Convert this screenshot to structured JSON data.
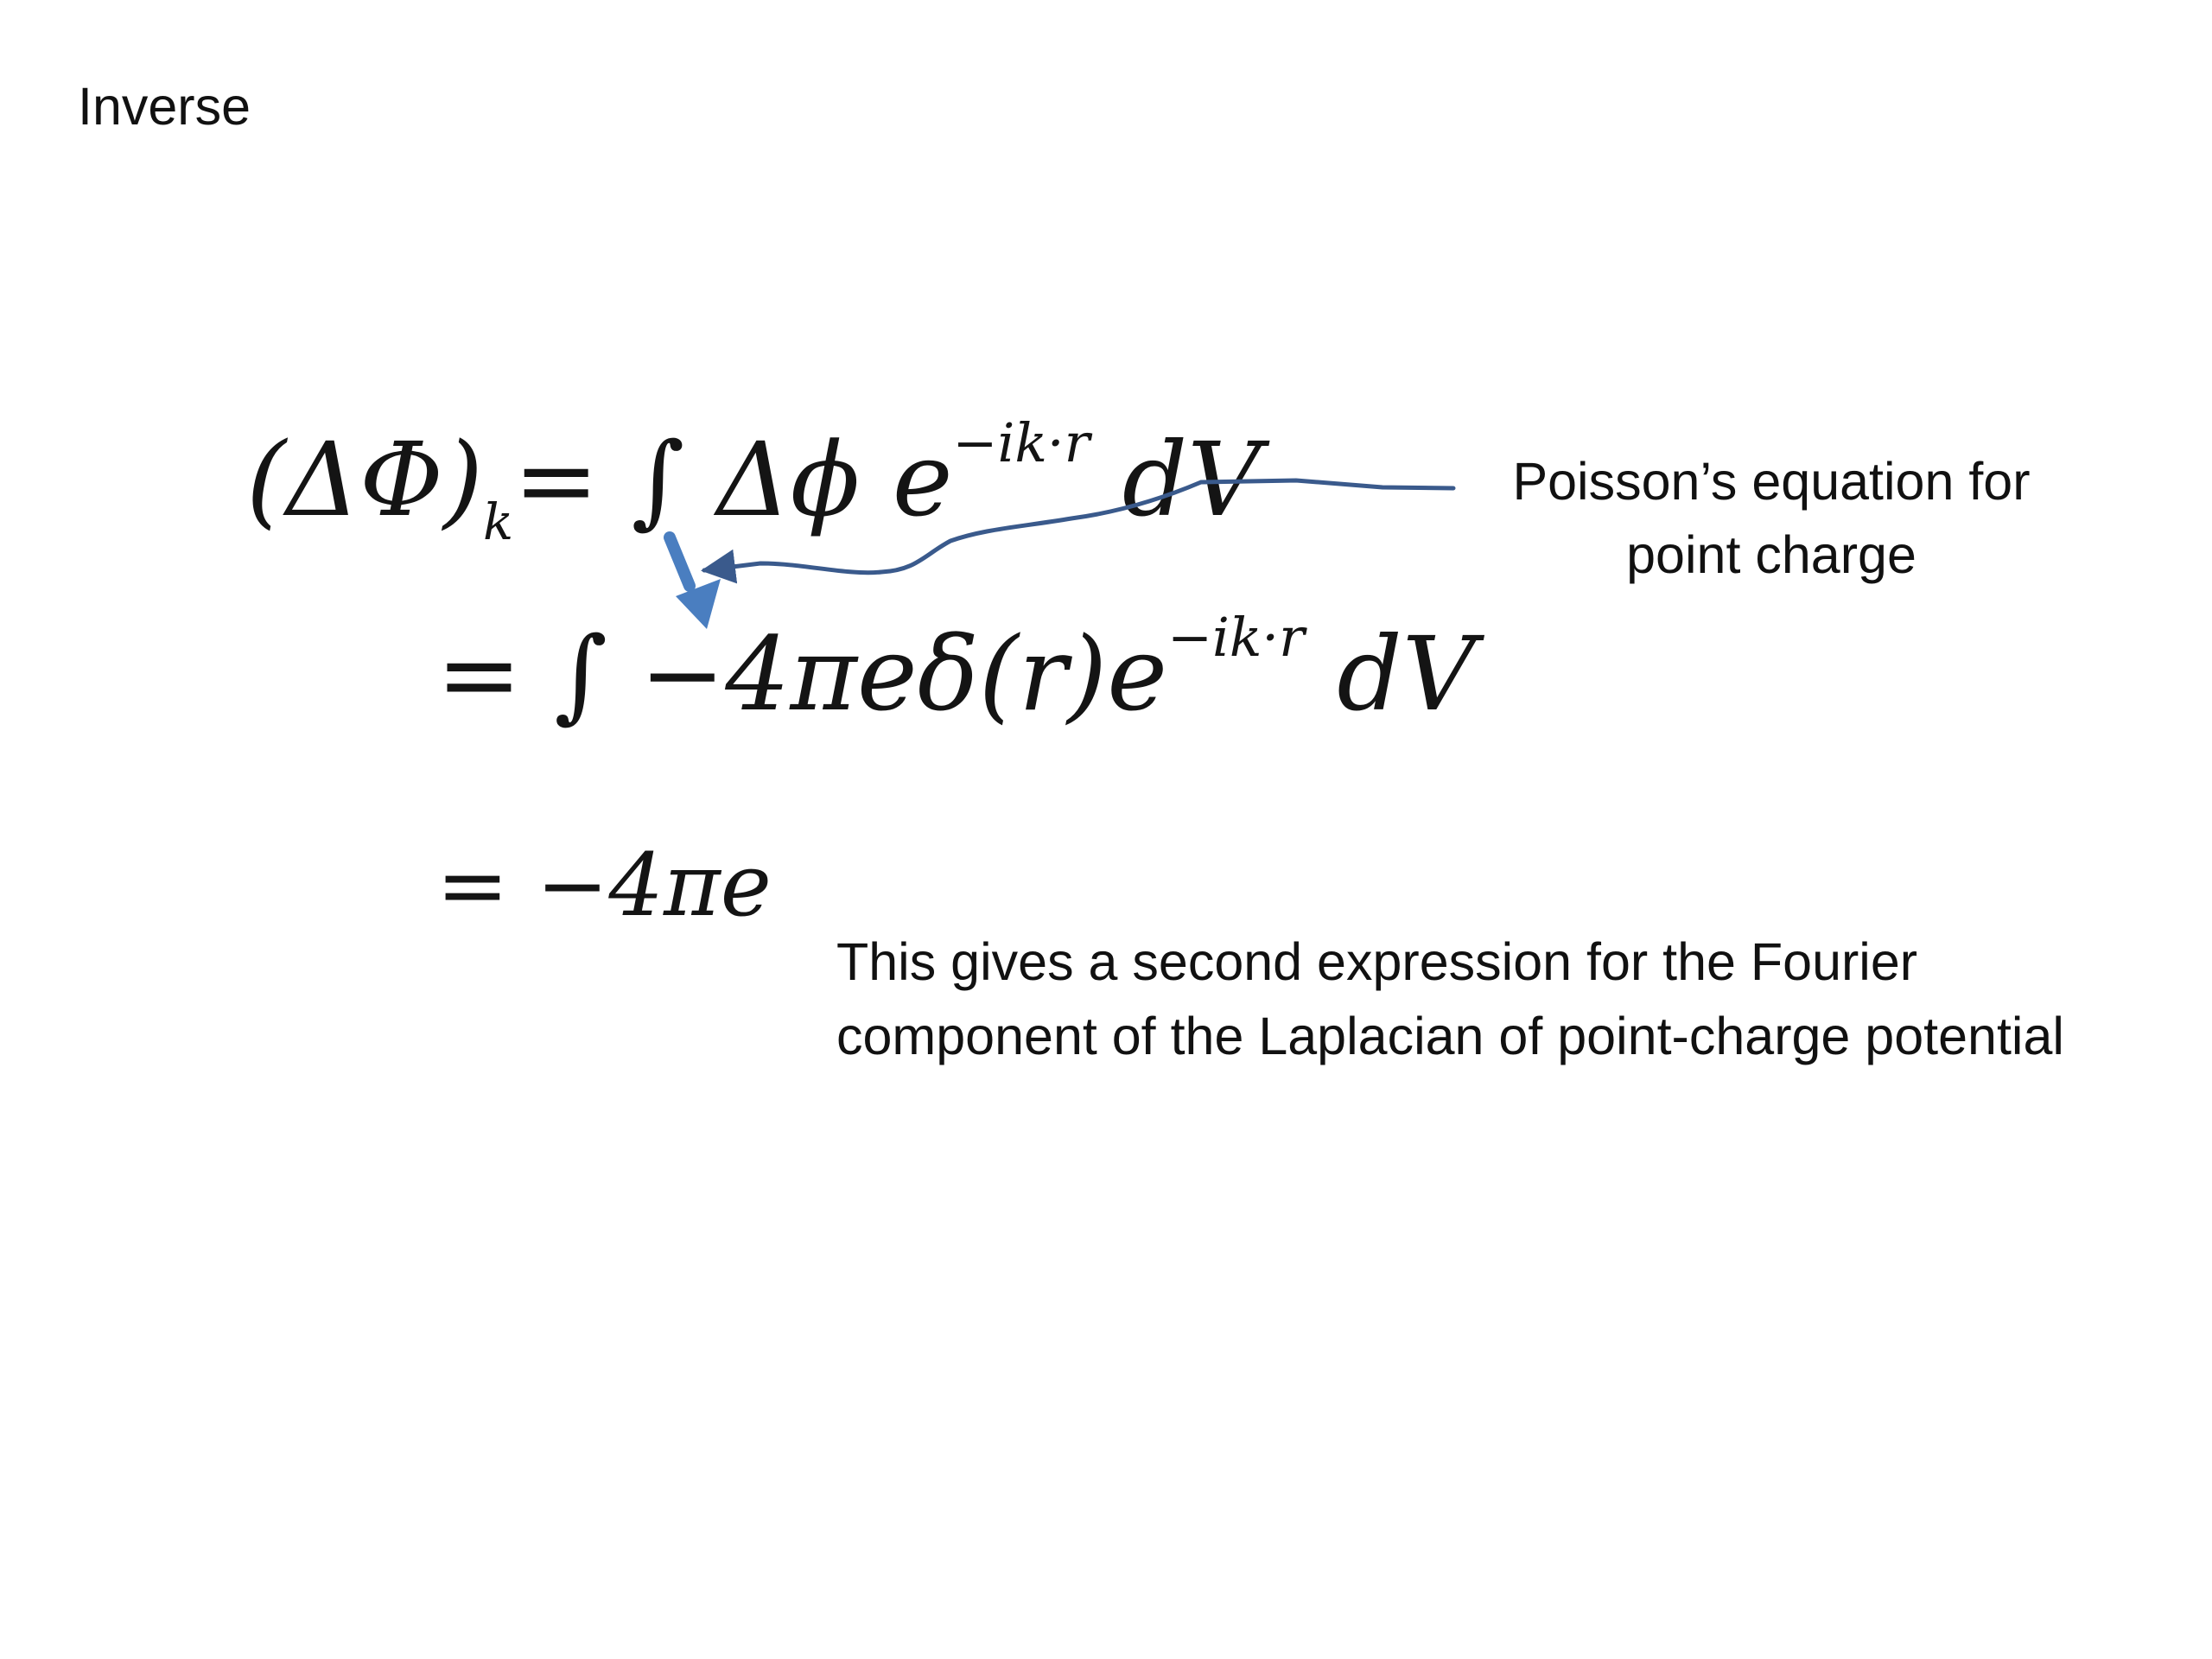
{
  "slide": {
    "title": "Inverse",
    "equations": {
      "line1": {
        "lhs_base": "(ΔΦ)",
        "lhs_sub": "k",
        "rhs": "= ∫ Δϕ e",
        "exp": "−ik·r",
        "tail": " dV"
      },
      "line2": {
        "rhs": "= ∫ −4πeδ(r)e",
        "exp": "−ik·r",
        "tail": " dV"
      },
      "line3": {
        "rhs": "= −4πe"
      }
    },
    "callout": {
      "line1": "Poisson’s equation for",
      "line2": "point charge"
    },
    "note": {
      "line1": "This gives a second expression for the Fourier",
      "line2": "component of the Laplacian of point-charge potential"
    },
    "colors": {
      "curve": "#3a5a8c",
      "arrow": "#4a7ec0",
      "text": "#111111"
    }
  }
}
